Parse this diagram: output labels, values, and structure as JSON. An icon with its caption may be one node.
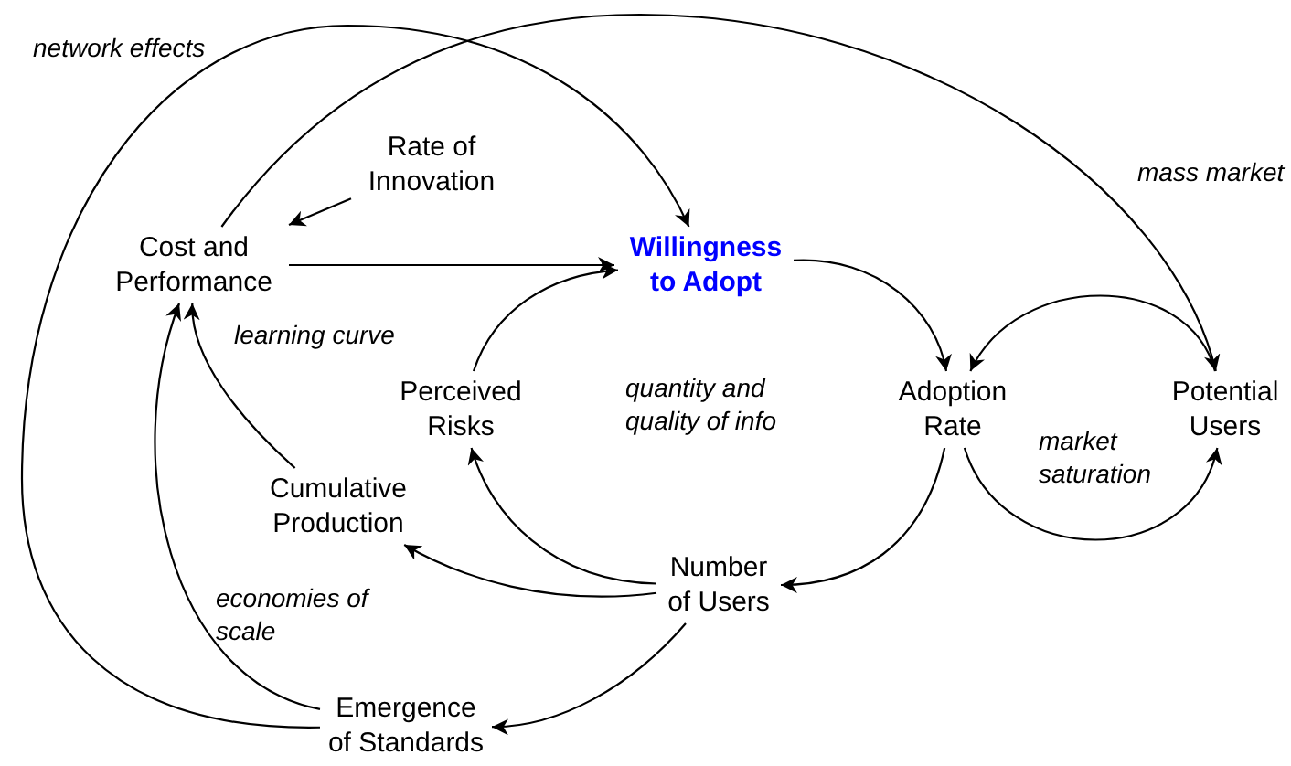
{
  "diagram": {
    "nodes": [
      {
        "text": [
          "Rate of Innovation"
        ]
      },
      {
        "text": [
          "Cost and Performance"
        ]
      },
      {
        "text": [
          "Willingness to Adopt"
        ]
      },
      {
        "text": [
          "Perceived Risks"
        ]
      },
      {
        "text": [
          "Adoption Rate"
        ]
      },
      {
        "text": [
          "Potential Users"
        ]
      },
      {
        "text": [
          "Cumulative Production"
        ]
      },
      {
        "text": [
          "Number of Users"
        ]
      },
      {
        "text": [
          "Emergence of Standards"
        ]
      }
    ],
    "edges": [
      {
        "from": 0,
        "to": 1,
        "arrow": "to"
      },
      {
        "from": 1,
        "to": 2,
        "arrow": "to"
      },
      {
        "from": 3,
        "to": 2,
        "arrow": "to"
      },
      {
        "from": 2,
        "to": 4,
        "arrow": "to"
      },
      {
        "from": 5,
        "to": 4,
        "arrow": "to"
      },
      {
        "from": 4,
        "to": 5,
        "arrow": "to",
        "label": "market saturation"
      },
      {
        "from": 4,
        "to": 7,
        "arrow": "to"
      },
      {
        "from": 7,
        "to": 3,
        "arrow": "to"
      },
      {
        "from": 7,
        "to": 6,
        "arrow": "to"
      },
      {
        "from": 6,
        "to": 1,
        "arrow": "to",
        "label": "learning curve"
      },
      {
        "from": 7,
        "to": 8,
        "arrow": "to"
      },
      {
        "from": 8,
        "to": 1,
        "arrow": "to",
        "label": "economies of scale"
      },
      {
        "from": 8,
        "to": 2,
        "arrow": "to",
        "label": "network effects"
      },
      {
        "from": 1,
        "to": 5,
        "arrow": "to",
        "label": "mass market"
      }
    ],
    "labels": [
      "quantity and quality of info"
    ]
  }
}
